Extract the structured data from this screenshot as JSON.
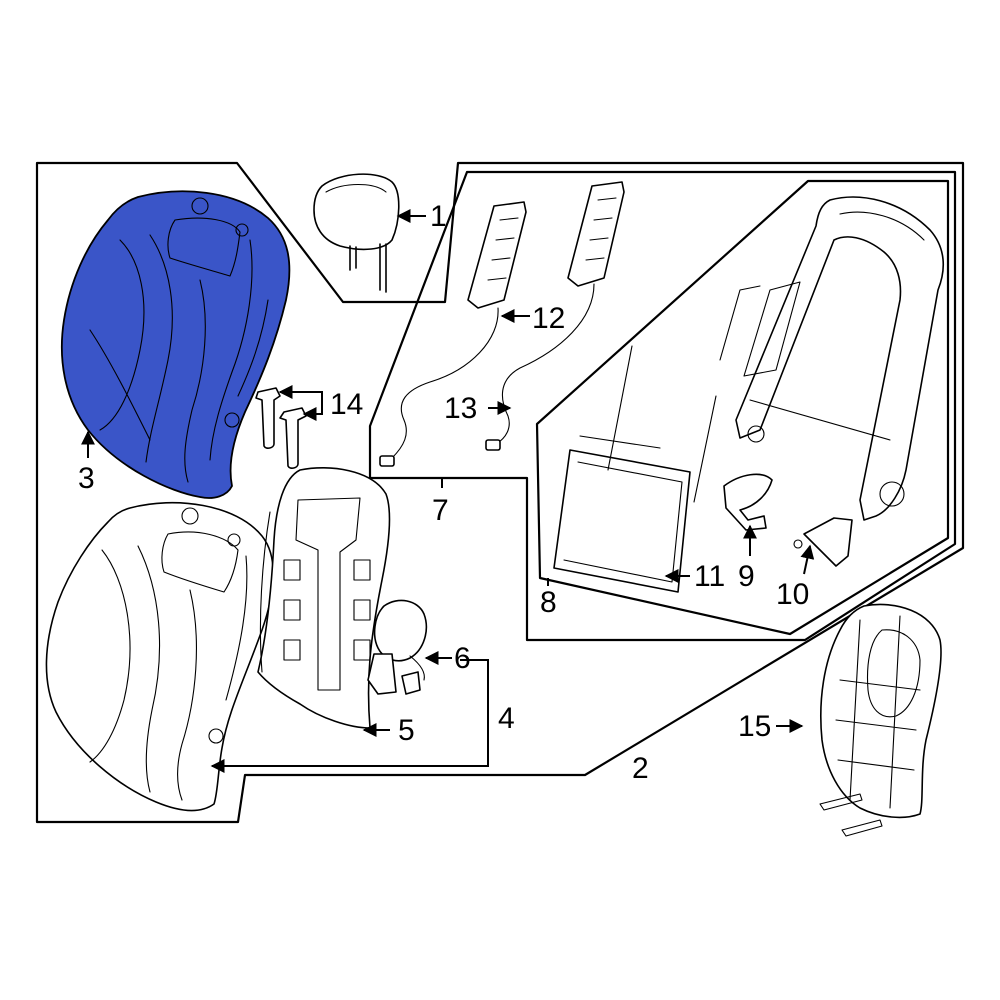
{
  "diagram": {
    "highlight_color": "#3a55c8",
    "highlighted_callout": "3",
    "callouts": {
      "c1": "1",
      "c2": "2",
      "c3": "3",
      "c4": "4",
      "c5": "5",
      "c6": "6",
      "c7": "7",
      "c8": "8",
      "c9": "9",
      "c10": "10",
      "c11": "11",
      "c12": "12",
      "c13": "13",
      "c14": "14",
      "c15": "15"
    }
  }
}
